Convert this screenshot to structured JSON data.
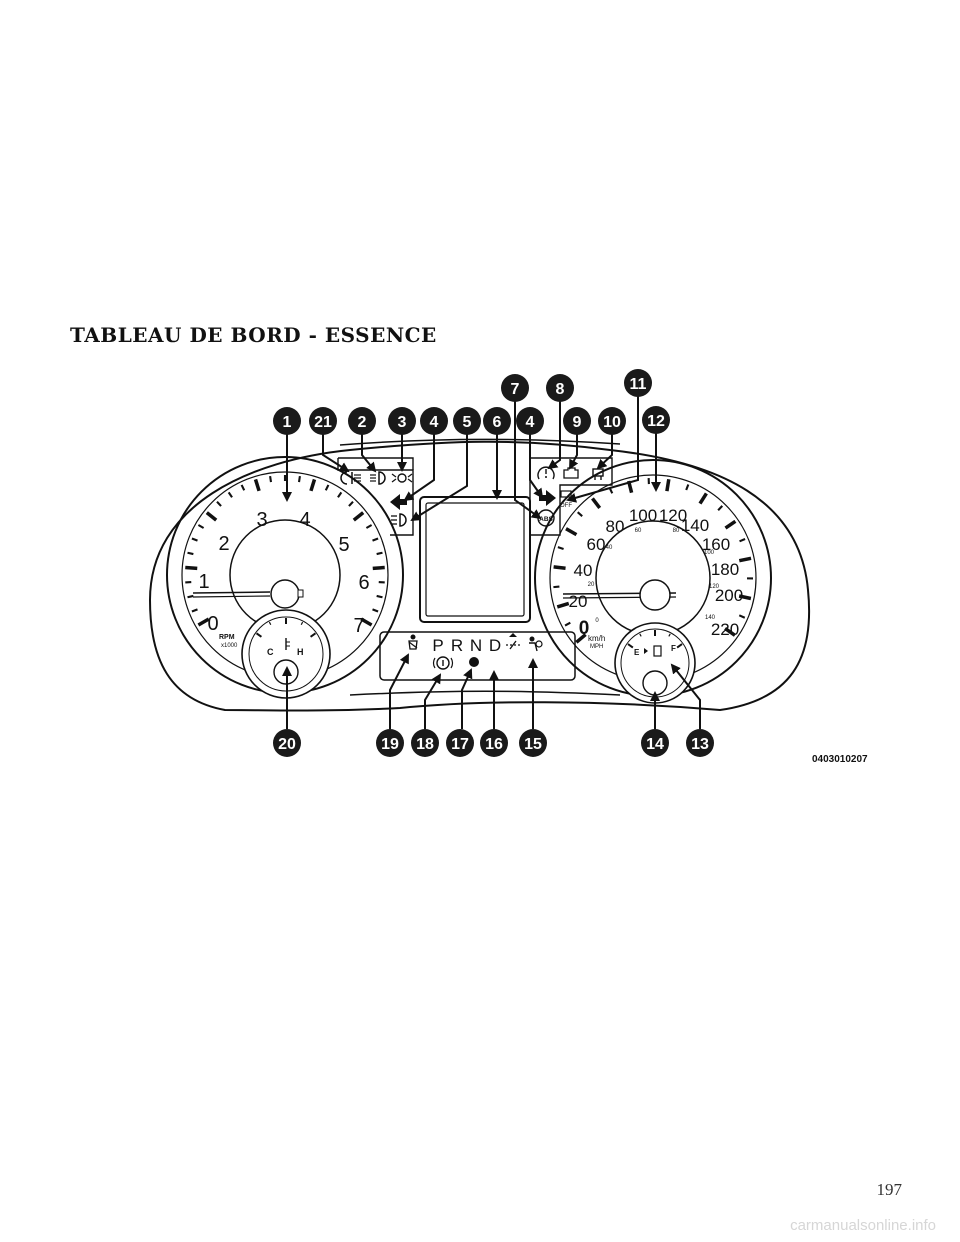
{
  "page": {
    "title": "TABLEAU DE BORD - ESSENCE",
    "page_number": "197",
    "figure_code": "0403010207",
    "watermark": "carmanualsonline.info"
  },
  "tachometer": {
    "numbers": [
      "0",
      "1",
      "2",
      "3",
      "4",
      "5",
      "6",
      "7"
    ],
    "unit": "RPM",
    "multiplier": "x1000",
    "temp_labels": [
      "C",
      "H"
    ]
  },
  "speedometer": {
    "kmh_numbers": [
      "0",
      "20",
      "40",
      "60",
      "80",
      "100",
      "120",
      "140",
      "160",
      "180",
      "200",
      "220"
    ],
    "mph_numbers": [
      "0",
      "20",
      "40",
      "60",
      "80",
      "100",
      "120",
      "140"
    ],
    "units": [
      "km/h",
      "MPH"
    ],
    "fuel_labels": [
      "E",
      "F"
    ]
  },
  "gear_selector": [
    "P",
    "R",
    "N",
    "D"
  ],
  "indicators": {
    "abs_label": "ABS",
    "esc_off_label": "OFF"
  },
  "callouts": {
    "top": [
      {
        "label": "1"
      },
      {
        "label": "21"
      },
      {
        "label": "2"
      },
      {
        "label": "3"
      },
      {
        "label": "4"
      },
      {
        "label": "5"
      },
      {
        "label": "6"
      },
      {
        "label": "7"
      },
      {
        "label": "4"
      },
      {
        "label": "8"
      },
      {
        "label": "9"
      },
      {
        "label": "10"
      },
      {
        "label": "11"
      },
      {
        "label": "12"
      }
    ],
    "bottom": [
      {
        "label": "20"
      },
      {
        "label": "19"
      },
      {
        "label": "18"
      },
      {
        "label": "17"
      },
      {
        "label": "16"
      },
      {
        "label": "15"
      },
      {
        "label": "14"
      },
      {
        "label": "13"
      }
    ]
  }
}
